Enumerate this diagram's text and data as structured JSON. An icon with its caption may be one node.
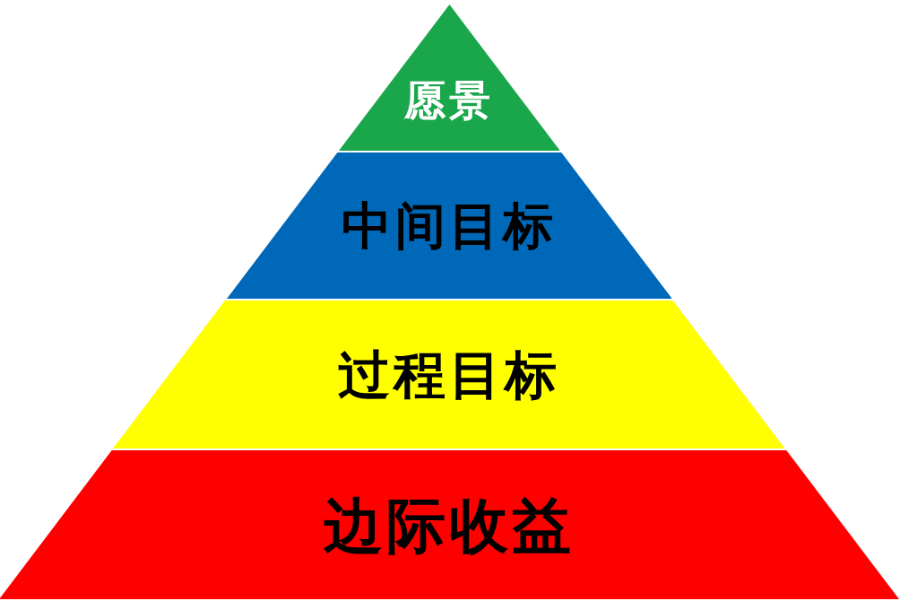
{
  "diagram": {
    "nodes": [
      {
        "text": [
          "愿景"
        ]
      },
      {
        "text": [
          "中间目标"
        ]
      },
      {
        "text": [
          "过程目标"
        ]
      },
      {
        "text": [
          "边际收益"
        ]
      }
    ]
  }
}
